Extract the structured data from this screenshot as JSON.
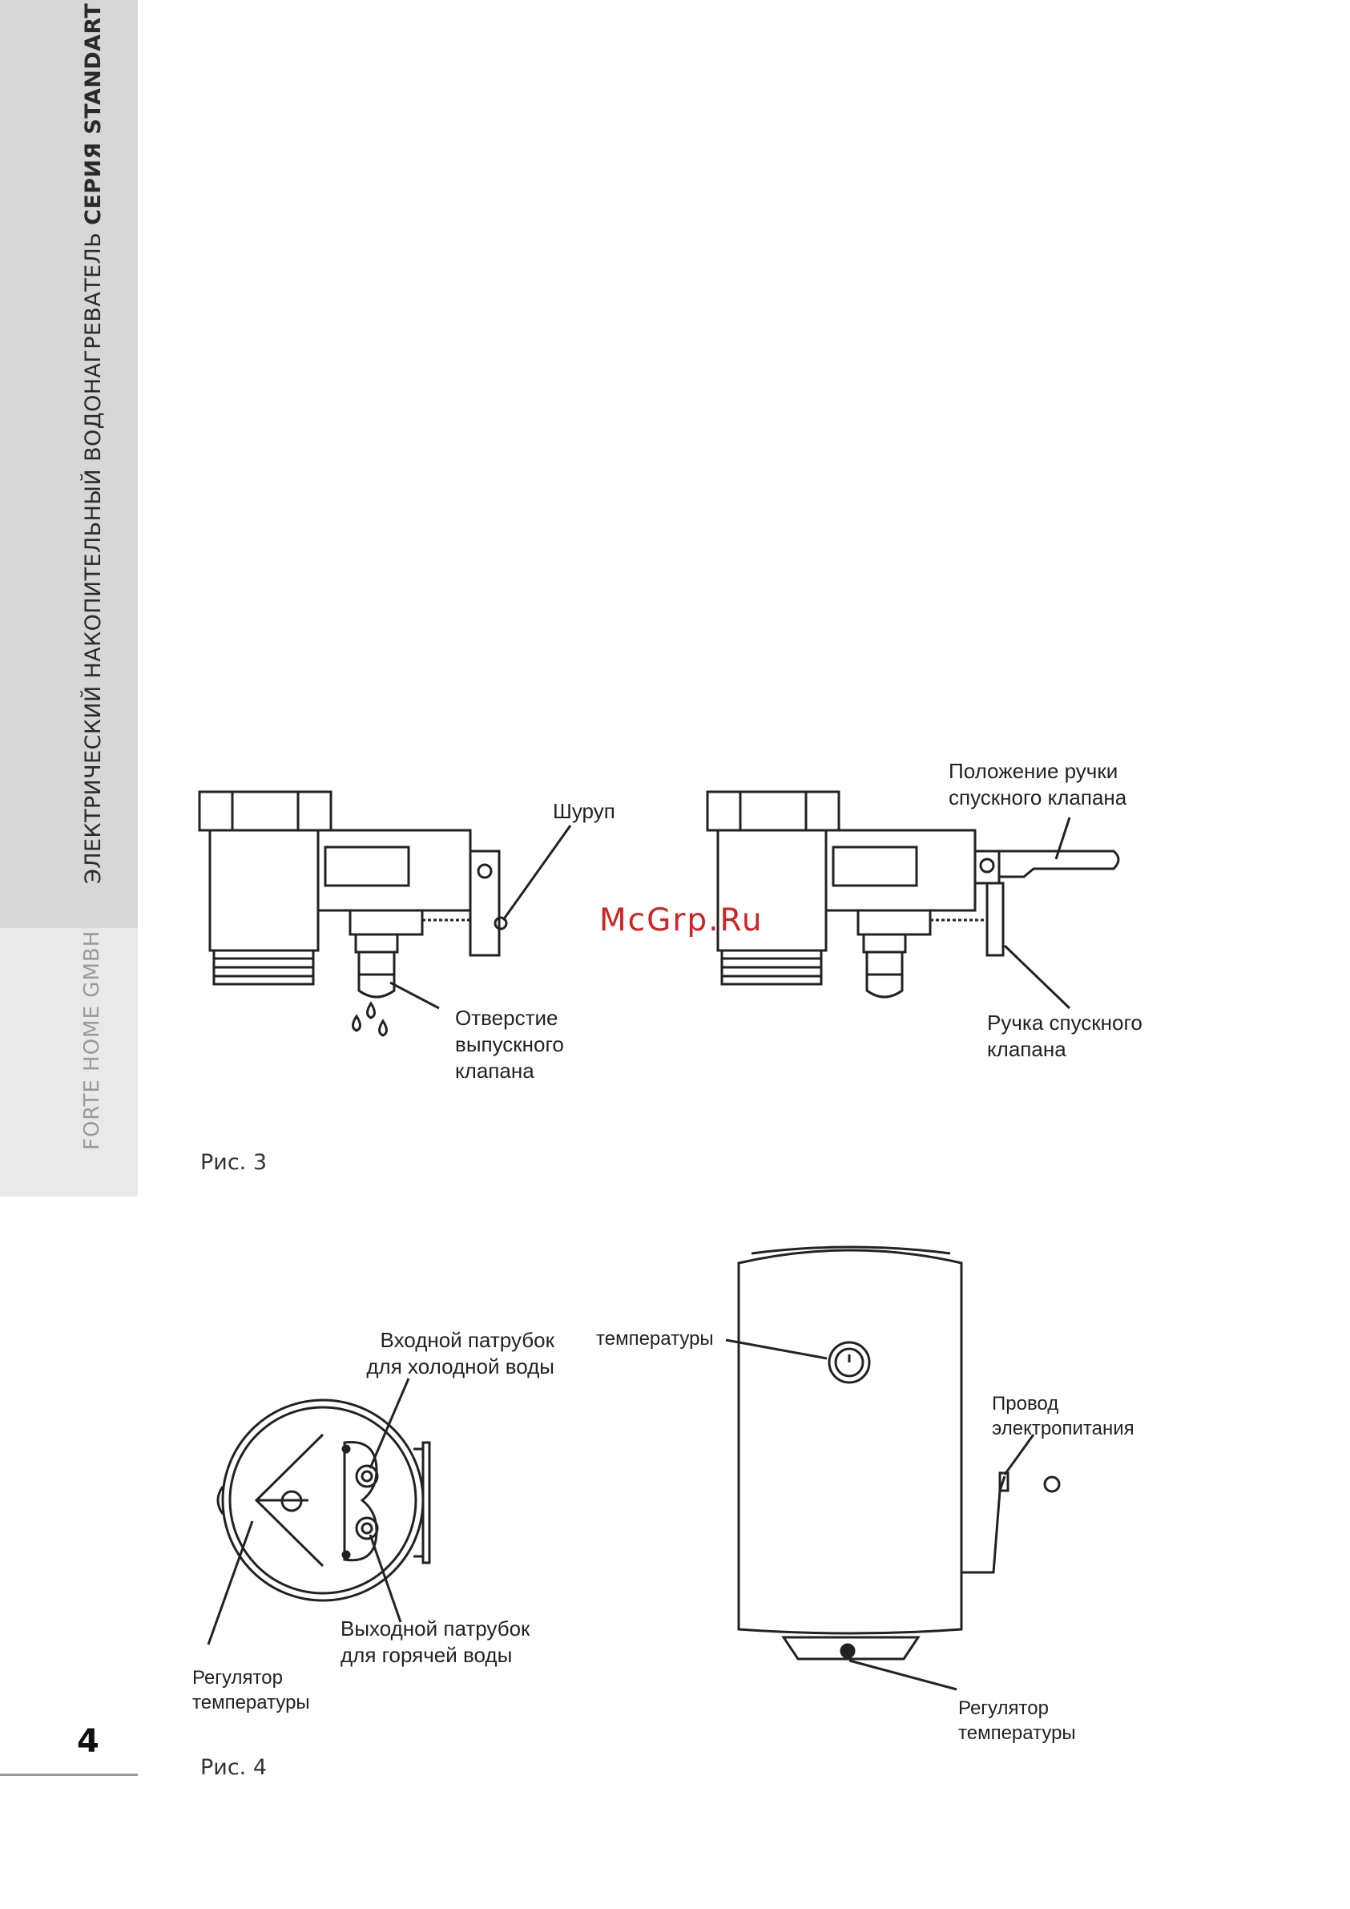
{
  "sidebar": {
    "title_regular": "ЭЛЕКТРИЧЕСКИЙ НАКОПИТЕЛЬНЫЙ ВОДОНАГРЕВАТЕЛЬ ",
    "title_bold": "СЕРИЯ STANDART",
    "company": "FORTE HOME GMBH",
    "page_number": "4"
  },
  "fig3": {
    "caption": "Рис. 3",
    "left_labels": {
      "screw": "Шуруп",
      "outlet_hole": [
        "Отверстие",
        "выпускного",
        "клапана"
      ]
    },
    "right_labels": {
      "handle_position": [
        "Положение ручки",
        "спускного клапана"
      ],
      "drain_handle": [
        "Ручка спускного",
        "клапана"
      ]
    }
  },
  "watermark": "McGrp.Ru",
  "fig4": {
    "caption": "Рис. 4",
    "labels": {
      "cold_inlet": [
        "Входной патрубок",
        "для холодной воды"
      ],
      "hot_outlet": [
        "Выходной патрубок",
        "для горячей воды"
      ],
      "regulator_left": [
        "Регулятор",
        "температуры"
      ],
      "temperature": "температуры",
      "power_cable": [
        "Провод",
        "электропитания"
      ],
      "regulator_bottom": [
        "Регулятор",
        "температуры"
      ]
    }
  }
}
